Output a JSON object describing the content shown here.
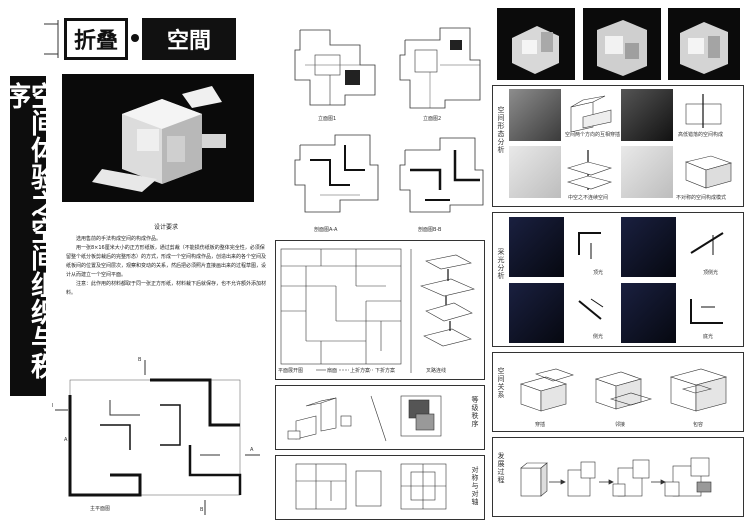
{
  "header": {
    "title_part1": "折叠",
    "title_part2": "空間"
  },
  "vertical_title": "空间体验之空间组织与秩序",
  "design_brief": {
    "heading": "设计要求",
    "para1": "选用售前的手法构成空间的构成作品。",
    "para2": "用一张8×16厘米大小的正方形纸板，通过剪裁（不能损伤纸板的整体完全性，必须保留整个纸分板剪裁后的完整形态）的方式，形成一个空间构成作品，创造出来的各个空间及纸板间的位置及空间层次，观察和变动的关系，然后把必须照片直接画出来的过程草图，设计从而建立一个空间平面。",
    "para3": "注意：此作用的材料都取于同一张正方形纸，材料裁下后就保存，也不允许额外添加材料。"
  },
  "labels": {
    "elev1": "立面图1",
    "elev2": "立面图2",
    "sectA": "剖面图A-A",
    "sectB": "剖面图B-B",
    "plan_expand": "平面展开图",
    "legend1": "扇面",
    "legend2": "上折方案",
    "legend3": "下折方案",
    "relation_line": "叉路连线",
    "main_plan": "主平面图",
    "spatial_analysis": "空间形态分析",
    "light_analysis": "采光分析",
    "spatial_relation": "空间关系",
    "sequence": "等级秩序",
    "symmetry": "对称与对轴",
    "evolution": "发展过程",
    "cap_a1": "空间两个方向的互相穿插",
    "cap_a2": "高低错落的空间构成",
    "cap_a3": "中空之不连续空间",
    "cap_a4": "不对称的空间构成模式",
    "cap_top": "顶光",
    "cap_top2": "顶侧光",
    "cap_side": "侧光",
    "cap_bottom": "底光",
    "rel1": "穿插",
    "rel2": "邻接",
    "rel3": "包容"
  },
  "markers": {
    "A": "A",
    "B": "B",
    "I": "I"
  },
  "colors": {
    "header_bg": "#111111",
    "title_text": "#ffffff",
    "border": "#333333"
  }
}
